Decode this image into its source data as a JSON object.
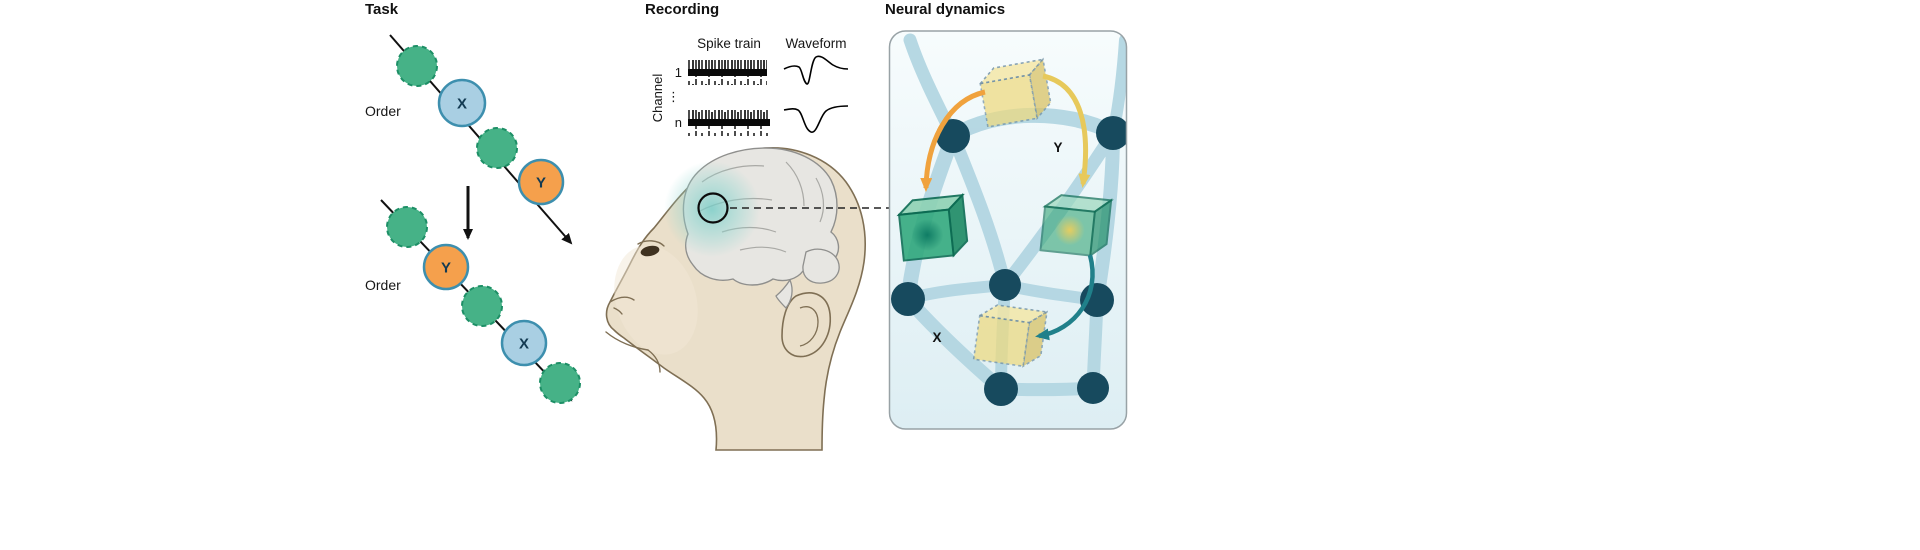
{
  "figure": {
    "panels": {
      "task": {
        "title": "Task",
        "order_label_top": "Order",
        "order_label_bottom": "Order",
        "sequence_top": [
          {
            "label": ""
          },
          {
            "label": "X"
          },
          {
            "label": ""
          },
          {
            "label": "Y"
          }
        ],
        "sequence_bottom": [
          {
            "label": ""
          },
          {
            "label": "Y"
          },
          {
            "label": ""
          },
          {
            "label": "X"
          },
          {
            "label": ""
          }
        ]
      },
      "recording": {
        "title": "Recording",
        "spike_train_label": "Spike train",
        "waveform_label": "Waveform",
        "channel_axis_label": "Channel",
        "channel_first": "1",
        "channel_ellipsis": "⋮",
        "channel_last": "n"
      },
      "neural": {
        "title": "Neural dynamics",
        "item_y_label": "Y",
        "item_x_label": "X"
      }
    },
    "colors": {
      "distractor_green": "#46b287",
      "stimulus_blue": "#a9cfe3",
      "stimulus_orange": "#f5a04c",
      "circle_border_teal": "#3d8fae",
      "node_dark_teal": "#174a5e",
      "edge_light_blue": "#b3d6e2",
      "cube_yellow": "#eeda7e",
      "cube_green": "#2fa87b",
      "arrow_orange": "#f0a23d",
      "arrow_yellow": "#e7c95b",
      "arrow_teal": "#20808a",
      "monkey_fur": "#eadfca",
      "brain_gray": "#e7e6e2",
      "recording_site_teal": "#74ccc6"
    }
  }
}
